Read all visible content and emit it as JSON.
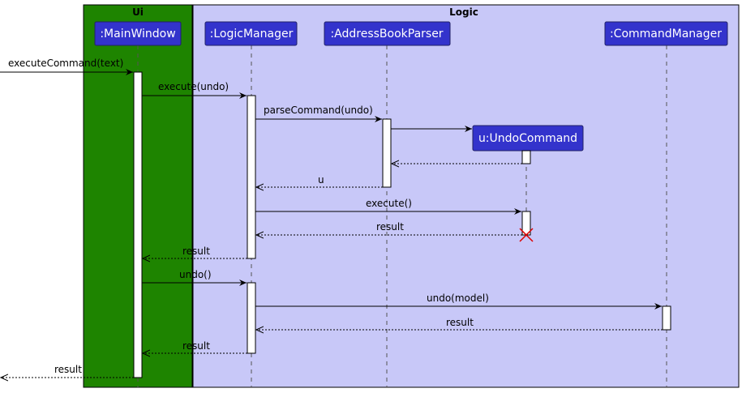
{
  "groups": {
    "ui": {
      "label": "Ui",
      "color": "#1e8400"
    },
    "logic": {
      "label": "Logic",
      "color": "#c8c8f8"
    }
  },
  "participants": {
    "main_window": ":MainWindow",
    "logic_manager": ":LogicManager",
    "address_book_parser": ":AddressBookParser",
    "command_manager": ":CommandManager",
    "undo_command": "u:UndoCommand"
  },
  "messages": {
    "execute_command": "executeCommand(text)",
    "execute_undo": "execute(undo)",
    "parse_command": "parseCommand(undo)",
    "return_u": "u",
    "execute": "execute()",
    "return_result_1": "result",
    "return_result_2": "result",
    "undo_call": "undo()",
    "undo_model": "undo(model)",
    "return_result_3": "result",
    "return_result_4": "result",
    "return_result_5": "result"
  },
  "colors": {
    "participant_fill": "#3333cc",
    "destroy_mark": "#dd0000"
  }
}
